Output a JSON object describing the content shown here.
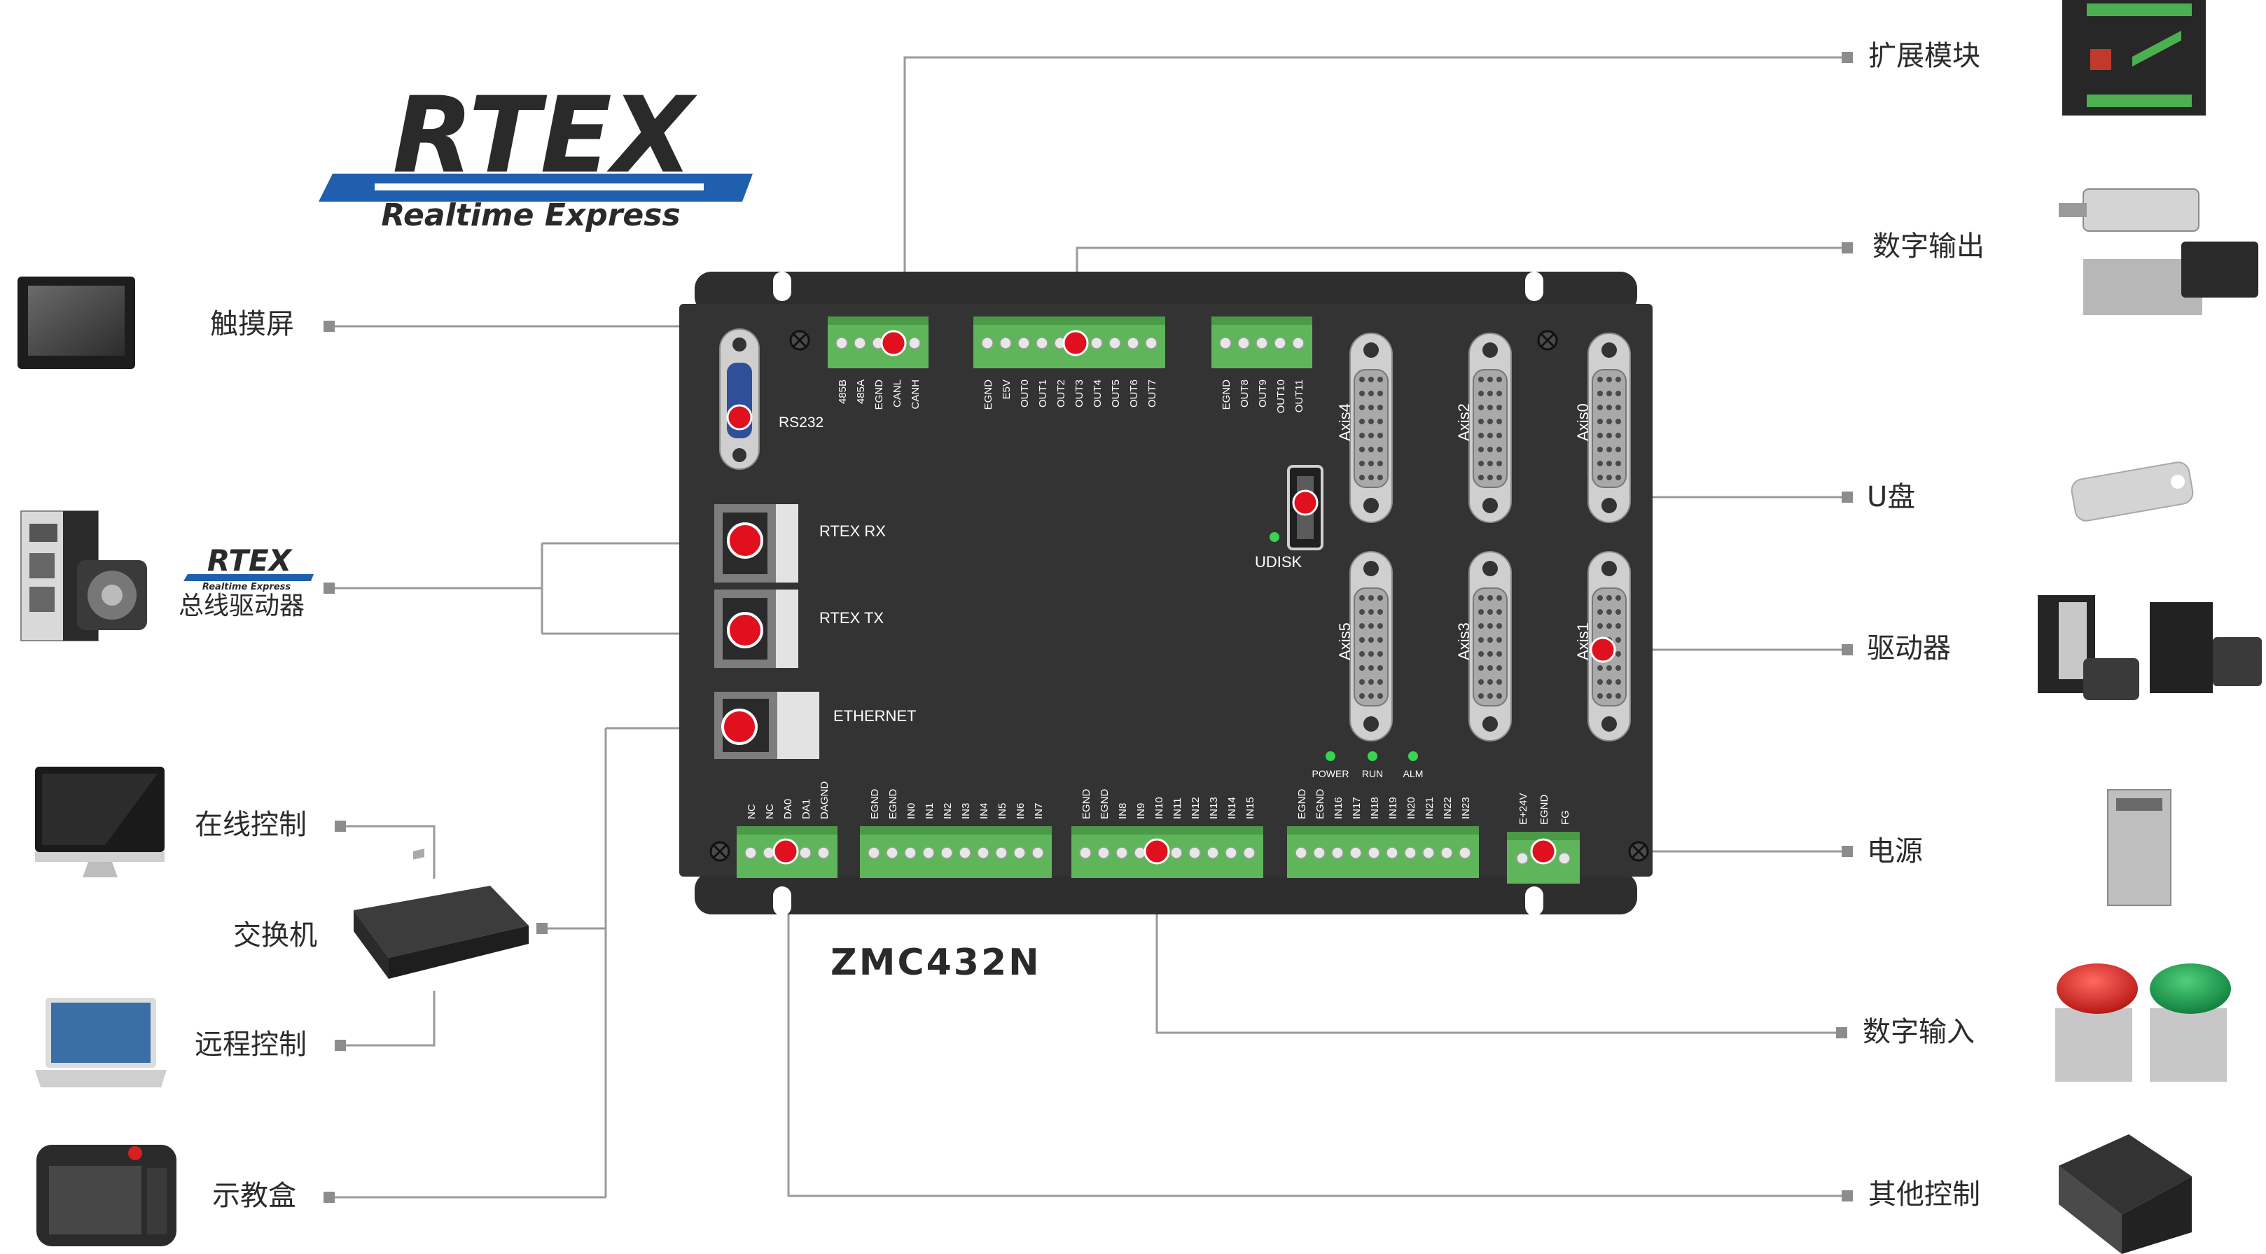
{
  "logo": {
    "brand": "RTEX",
    "tagline": "Realtime Express"
  },
  "small_logo": {
    "brand": "RTEX",
    "tagline": "Realtime Express"
  },
  "model": "ZMC432N",
  "left_labels": {
    "touch_screen": "触摸屏",
    "bus_driver": "总线驱动器",
    "online_control": "在线控制",
    "switch": "交换机",
    "remote_control": "远程控制",
    "teach_pendant": "示教盒"
  },
  "right_labels": {
    "expansion": "扩展模块",
    "digital_output": "数字输出",
    "udisk": "U盘",
    "driver": "驱动器",
    "power": "电源",
    "digital_input": "数字输入",
    "other_control": "其他控制"
  },
  "ports": {
    "rs232": "RS232",
    "rtex_rx": "RTEX RX",
    "rtex_tx": "RTEX TX",
    "ethernet": "ETHERNET",
    "udisk": "UDISK",
    "axes": [
      "Axis4",
      "Axis2",
      "Axis0",
      "Axis5",
      "Axis3",
      "Axis1"
    ],
    "leds": [
      "POWER",
      "RUN",
      "ALM"
    ]
  },
  "terminals": {
    "can485": [
      "485B",
      "485A",
      "EGND",
      "CANL",
      "CANH"
    ],
    "out_a": [
      "EGND",
      "E5V",
      "OUT0",
      "OUT1",
      "OUT2",
      "OUT3",
      "OUT4",
      "OUT5",
      "OUT6",
      "OUT7"
    ],
    "out_b": [
      "EGND",
      "OUT8",
      "OUT9",
      "OUT10",
      "OUT11"
    ],
    "da": [
      "NC",
      "NC",
      "DA0",
      "DA1",
      "DAGND"
    ],
    "in_a": [
      "EGND",
      "EGND",
      "IN0",
      "IN1",
      "IN2",
      "IN3",
      "IN4",
      "IN5",
      "IN6",
      "IN7"
    ],
    "in_b": [
      "EGND",
      "EGND",
      "IN8",
      "IN9",
      "IN10",
      "IN11",
      "IN12",
      "IN13",
      "IN14",
      "IN15"
    ],
    "in_c": [
      "EGND",
      "EGND",
      "IN16",
      "IN17",
      "IN18",
      "IN19",
      "IN20",
      "IN21",
      "IN22",
      "IN23"
    ],
    "pwr": [
      "E+24V",
      "EGND",
      "FG"
    ]
  },
  "colors": {
    "board": "#333333",
    "terminal": "#5fb65a",
    "marker": "#e0101e",
    "line": "#9a9a9a",
    "logo_blue": "#1f5fae"
  }
}
